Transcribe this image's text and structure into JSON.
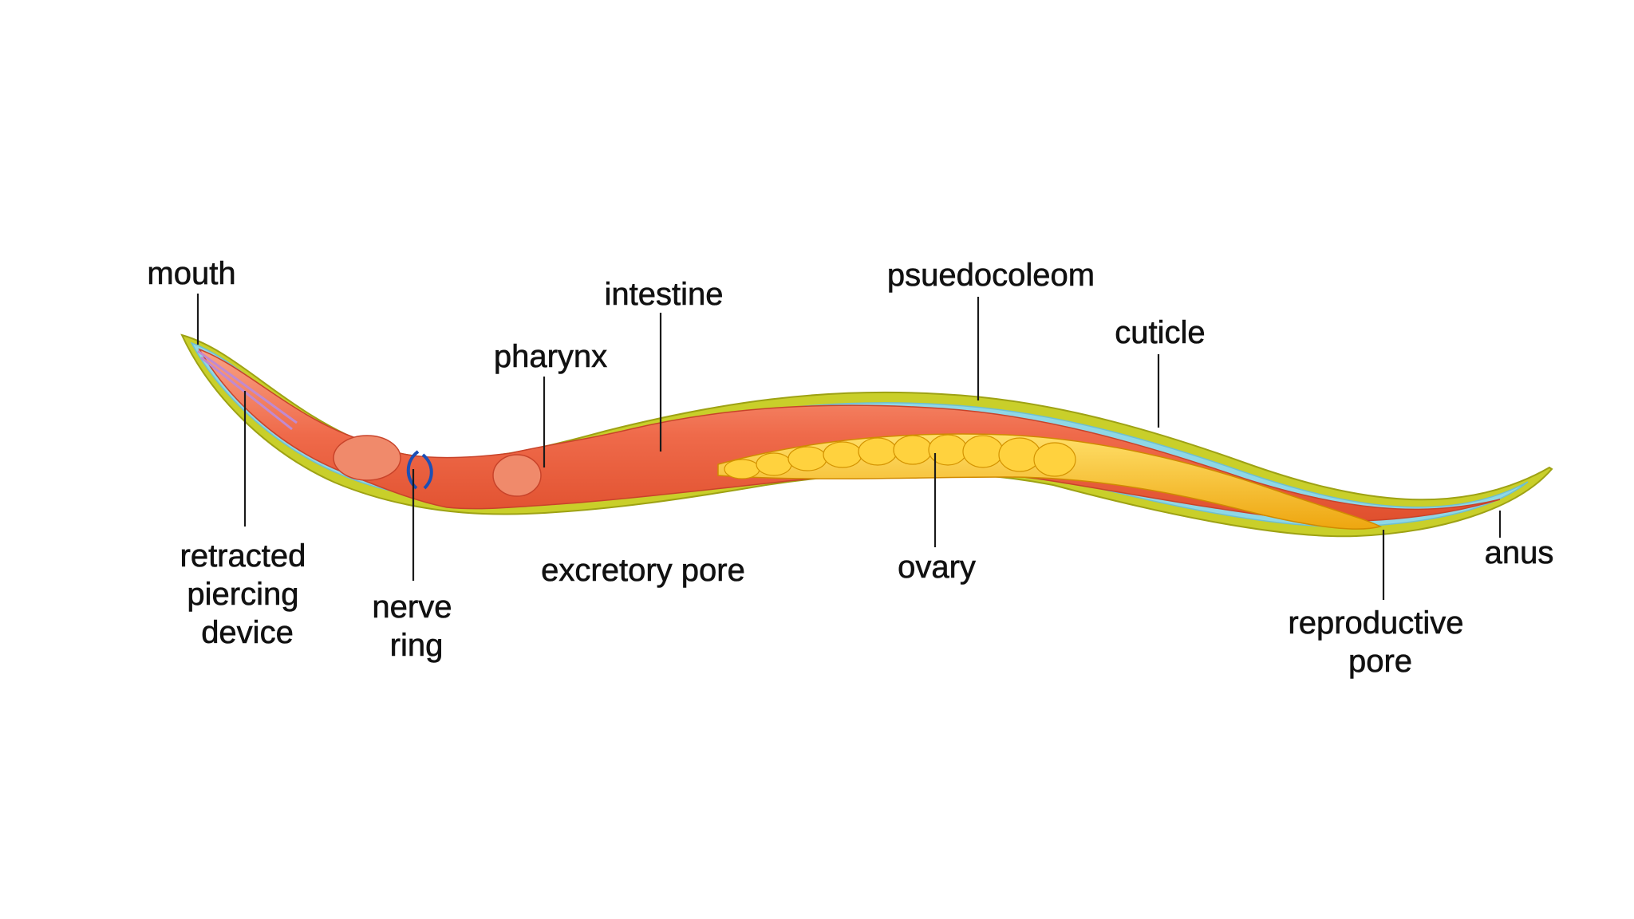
{
  "labels": {
    "mouth": "mouth",
    "retracted_piercing_device": [
      "retracted",
      "piercing",
      "device"
    ],
    "nerve_ring": [
      "nerve",
      "ring"
    ],
    "pharynx": "pharynx",
    "intestine": "intestine",
    "excretory_pore": "excretory pore",
    "psuedocoleom": "psuedocoleom",
    "ovary": "ovary",
    "cuticle": "cuticle",
    "anus": "anus",
    "reproductive_pore": [
      "reproductive",
      "pore"
    ]
  },
  "colors": {
    "cuticle": "#c9cf2a",
    "body_cavity": "#8ed7e6",
    "gut": "#ef6a4a",
    "gut_highlight": "#f9a285",
    "ovary": "#f3bb16",
    "ovary_highlight": "#ffe06a",
    "nerve": "#1d4fb5",
    "stylet": "#c08ad0"
  }
}
